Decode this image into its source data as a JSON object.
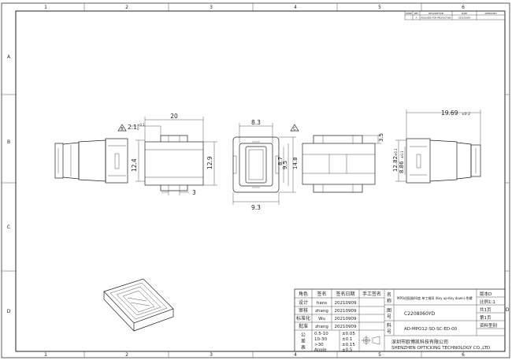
{
  "frame": {
    "columns": [
      "1",
      "2",
      "3",
      "4",
      "5",
      "6"
    ],
    "rows": [
      "A",
      "B",
      "C",
      "D"
    ]
  },
  "revision_block": {
    "headers": [
      "ZONE",
      "REV",
      "DESCRIPTION",
      "DATE",
      "APPROVED"
    ],
    "row": [
      "",
      "A",
      "RELEASED FOR PRODUCTION",
      "2021/09/09",
      ""
    ]
  },
  "dimensions": {
    "side_taper": "2.1",
    "side_taper_tol_upper": "+0.1",
    "side_taper_tol_lower": "0",
    "side_height": "12.4",
    "body_length": "20",
    "body_height": "12.9",
    "slot": "3",
    "front_top_width": "8.3",
    "front_bottom_width": "9.3",
    "front_inner_h1": "8.7",
    "front_inner_h2": "9.5",
    "front_outer_h": "14.8",
    "top_offset": "3.5",
    "right_h1": "12.82",
    "right_h1_tol": "±0.1",
    "right_h2": "8.86",
    "right_h2_tol": "±0.1",
    "right_length": "19.69",
    "right_length_tol": "±0.2"
  },
  "flags": {
    "flag_b": "B",
    "flag_c": "C"
  },
  "title_block": {
    "col_role": "角色",
    "col_sign": "签名",
    "col_date": "签名日期",
    "col_hand": "手工签名",
    "rows": [
      {
        "role": "设计",
        "sign": "hans",
        "date": "20210909"
      },
      {
        "role": "审核",
        "sign": "zhang",
        "date": "20210909"
      },
      {
        "role": "标准化",
        "sign": "Wu",
        "date": "20210909"
      },
      {
        "role": "批准",
        "sign": "zhang",
        "date": "20210909"
      }
    ],
    "tolerance_label_1": "公",
    "tolerance_label_2": "差",
    "tolerance_label_3": "表",
    "tolerance_ranges": [
      "0.5-10",
      "10-30",
      ">30",
      "Angle"
    ],
    "tolerance_values": [
      "±0.05",
      "±0.1",
      "±0.15",
      "±0.5"
    ],
    "name_label_1": "名",
    "name_label_2": "称",
    "drawing_label_1": "图",
    "drawing_label_2": "号",
    "material_label_1": "料",
    "material_label_2": "号",
    "part_name": "MPO适配器00度 单工端耳 (Key up-Key down)-免螺",
    "drawing_number": "C2208060YD",
    "material_number": "AD-MPO12-SD-SC-ED-00",
    "version": "版本D",
    "scale": "比例1:1",
    "sheet_total": "共1页",
    "sheet_no": "第1页",
    "category": "资料型别",
    "company_cn": "深圳市欧博凯科技有限公司",
    "company_en": "SHENZHEN OPTICKING TECHNOLOGY CO.,LTD",
    "side_row_letter": "D"
  }
}
